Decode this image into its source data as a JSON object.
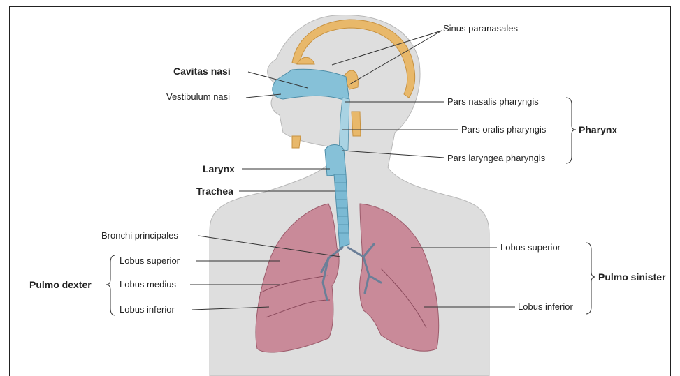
{
  "labels": {
    "sinus": "Sinus paranasales",
    "cavitas": "Cavitas nasi",
    "vestibulum": "Vestibulum nasi",
    "pars_nasalis": "Pars nasalis pharyngis",
    "pars_oralis": "Pars oralis pharyngis",
    "pars_laryngea": "Pars laryngea pharyngis",
    "pharynx": "Pharynx",
    "larynx": "Larynx",
    "trachea": "Trachea",
    "bronchi": "Bronchi principales",
    "lobus_superior_r": "Lobus superior",
    "lobus_medius": "Lobus medius",
    "lobus_inferior_r": "Lobus inferior",
    "pulmo_dexter": "Pulmo dexter",
    "lobus_superior_l": "Lobus superior",
    "lobus_inferior_l": "Lobus inferior",
    "pulmo_sinister": "Pulmo sinister"
  },
  "colors": {
    "skin": "#dedede",
    "bone": "#e8b86a",
    "airway": "#86c1d8",
    "lung": "#c98a99",
    "bronchial_tree": "#6b7f98",
    "leader": "#333333"
  }
}
